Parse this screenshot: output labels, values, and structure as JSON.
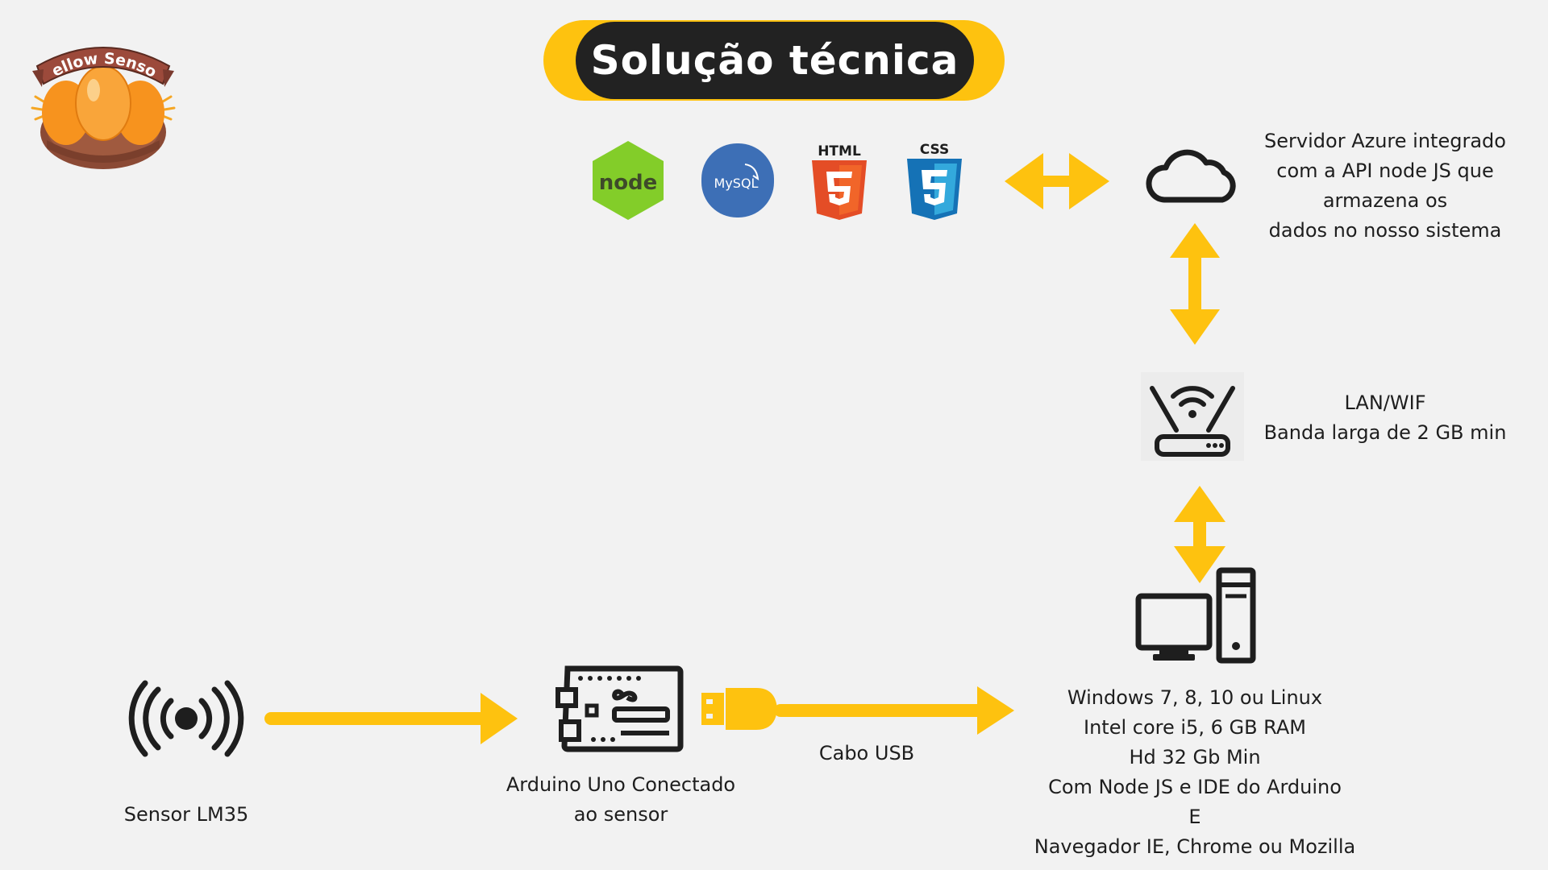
{
  "title": "Solução técnica",
  "logo": {
    "text": "Yellow Sensor",
    "icon": "egg-basket-logo"
  },
  "tech_stack": [
    {
      "name": "node",
      "icon": "nodejs-icon"
    },
    {
      "name": "MySQL",
      "icon": "mysql-icon"
    },
    {
      "name": "HTML",
      "icon": "html5-icon"
    },
    {
      "name": "CSS",
      "icon": "css3-icon"
    }
  ],
  "cloud": {
    "icon": "cloud-icon",
    "lines": [
      "Servidor Azure integrado",
      "com a API node JS que",
      "armazena os",
      "dados no nosso sistema"
    ]
  },
  "network": {
    "icon": "router-icon",
    "lines": [
      "LAN/WIF",
      "Banda larga de 2 GB min"
    ]
  },
  "computer": {
    "icon": "desktop-computer-icon",
    "lines": [
      "Windows 7, 8, 10 ou Linux",
      "Intel core i5, 6 GB RAM",
      "Hd 32 Gb Min",
      "Com Node JS e IDE do Arduino",
      "E",
      "Navegador IE, Chrome ou Mozilla"
    ]
  },
  "sensor": {
    "icon": "sensor-signal-icon",
    "label": "Sensor LM35"
  },
  "arduino": {
    "icon": "arduino-board-icon",
    "lines": [
      "Arduino Uno Conectado",
      "ao sensor"
    ]
  },
  "usb": {
    "icon": "usb-plug-icon",
    "label": "Cabo USB"
  },
  "colors": {
    "accent": "#fec20f",
    "dark": "#222222",
    "background": "#f2f2f2"
  }
}
